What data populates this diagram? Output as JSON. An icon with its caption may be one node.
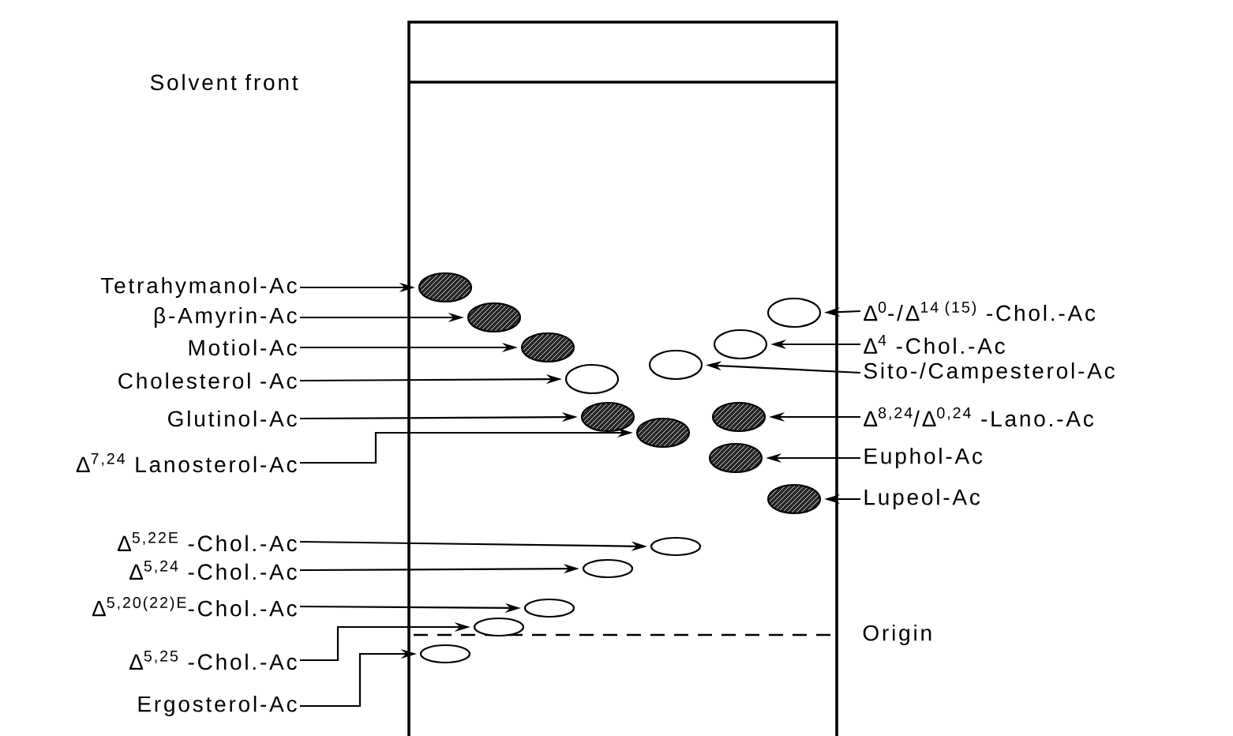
{
  "diagram": {
    "nodes": [
      {
        "text": [
          "Tetrahymanol-Ac"
        ]
      },
      {
        "text": [
          "β-Amyrin-Ac"
        ]
      },
      {
        "text": [
          "Motiol-Ac"
        ]
      },
      {
        "text": [
          "Cholesterol -Ac"
        ]
      },
      {
        "text": [
          "Glutinol-Ac"
        ]
      },
      {
        "text": [
          "Δ$^{7,24}$ Lanosterol-Ac"
        ]
      },
      {
        "text": [
          "Δ$^{5,22E}$ -Chol.-Ac"
        ]
      },
      {
        "text": [
          "Δ$^{5,24}$ -Chol.-Ac"
        ]
      },
      {
        "text": [
          "Δ$^{5,20(22)E}$-Chol.-Ac"
        ]
      },
      {
        "text": [
          "Δ$^{5,25}$ -Chol.-Ac"
        ]
      },
      {
        "text": [
          "Ergosterol-Ac"
        ]
      },
      {
        "text": [
          "Δ$^{0}$-/Δ$^{14 (15)}$ -Chol.-Ac"
        ]
      },
      {
        "text": [
          "Δ$^{4}$ -Chol.-Ac"
        ]
      },
      {
        "text": [
          "Sito-/Campesterol-Ac"
        ]
      },
      {
        "text": [
          "Δ$^{8,24}$/Δ$^{0,24}$ -Lano.-Ac"
        ]
      },
      {
        "text": [
          "Euphol-Ac"
        ]
      },
      {
        "text": [
          "Lupeol-Ac"
        ]
      },
      {
        "text": [],
        "shape": "hatched-ellipse"
      },
      {
        "text": [],
        "shape": "ellipse"
      },
      {
        "text": [],
        "shape": "hatched-ellipse"
      },
      {
        "text": [],
        "shape": "ellipse"
      },
      {
        "text": [],
        "shape": "hatched-ellipse"
      },
      {
        "text": [],
        "shape": "ellipse"
      },
      {
        "text": [],
        "shape": "ellipse"
      },
      {
        "text": [],
        "shape": "hatched-ellipse"
      },
      {
        "text": [],
        "shape": "hatched-ellipse"
      },
      {
        "text": [],
        "shape": "hatched-ellipse"
      },
      {
        "text": [],
        "shape": "hatched-ellipse"
      },
      {
        "text": [],
        "shape": "hatched-ellipse"
      },
      {
        "text": [],
        "shape": "ellipse"
      },
      {
        "text": [],
        "shape": "ellipse"
      },
      {
        "text": [],
        "shape": "ellipse"
      },
      {
        "text": [],
        "shape": "ellipse"
      },
      {
        "text": [],
        "shape": "ellipse"
      }
    ],
    "edges": [
      {
        "from": 0,
        "to": 17,
        "arrow": "to"
      },
      {
        "from": 1,
        "to": 19,
        "arrow": "to"
      },
      {
        "from": 2,
        "to": 21,
        "arrow": "to"
      },
      {
        "from": 3,
        "to": 23,
        "arrow": "to"
      },
      {
        "from": 4,
        "to": 24,
        "arrow": "to"
      },
      {
        "from": 5,
        "to": 26,
        "arrow": "to"
      },
      {
        "from": 6,
        "to": 29,
        "arrow": "to"
      },
      {
        "from": 7,
        "to": 30,
        "arrow": "to"
      },
      {
        "from": 8,
        "to": 31,
        "arrow": "to"
      },
      {
        "from": 9,
        "to": 32,
        "arrow": "to"
      },
      {
        "from": 10,
        "to": 33,
        "arrow": "to"
      },
      {
        "from": 11,
        "to": 18,
        "arrow": "to"
      },
      {
        "from": 12,
        "to": 20,
        "arrow": "to"
      },
      {
        "from": 13,
        "to": 22,
        "arrow": "to"
      },
      {
        "from": 14,
        "to": 25,
        "arrow": "to"
      },
      {
        "from": 15,
        "to": 27,
        "arrow": "to"
      },
      {
        "from": 16,
        "to": 28,
        "arrow": "to"
      }
    ],
    "labels": [
      "Solvent front",
      "Origin"
    ]
  }
}
